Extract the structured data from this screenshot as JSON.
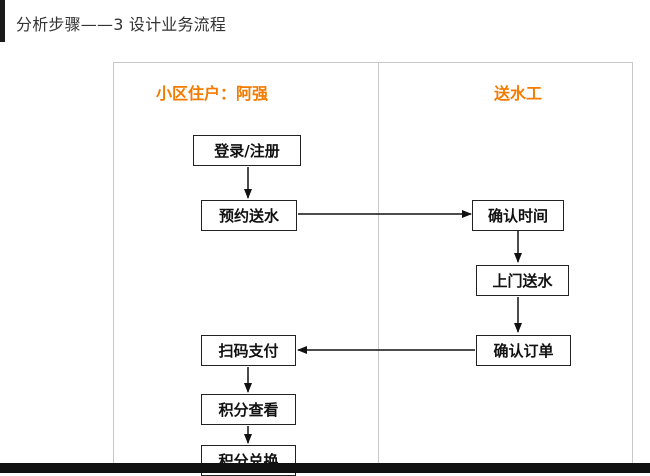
{
  "header": {
    "title": "分析步骤——3 设计业务流程"
  },
  "lanes": {
    "resident": "小区住户：阿强",
    "waterman": "送水工"
  },
  "nodes": {
    "login": "登录/注册",
    "book": "预约送水",
    "confirm_time": "确认时间",
    "deliver": "上门送水",
    "confirm_order": "确认订单",
    "pay": "扫码支付",
    "points_check": "积分查看",
    "points_redeem": "积分兑换"
  },
  "colors": {
    "lane_title": "#f47b00",
    "node_border": "#222222",
    "frame_line": "#c8c8c8"
  }
}
